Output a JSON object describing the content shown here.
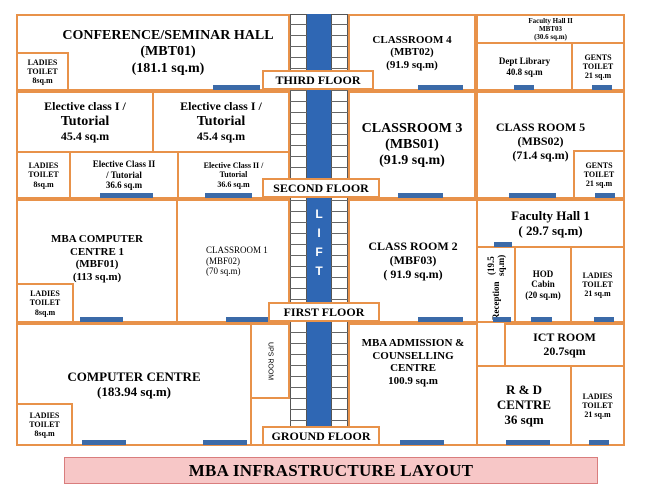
{
  "title": "MBA INFRASTRUCTURE LAYOUT",
  "floors": {
    "third": "THIRD FLOOR",
    "second": "SECOND FLOOR",
    "first": "FIRST FLOOR",
    "ground": "GROUND FLOOR"
  },
  "lift": {
    "letters": [
      "L",
      "I",
      "F",
      "T"
    ]
  },
  "ups_room": "UPS ROOM",
  "rooms": {
    "conf_hall": [
      "CONFERENCE/SEMINAR HALL",
      "(MBT01)",
      "(181.1 sq.m)"
    ],
    "ladies_t3": [
      "LADIES",
      "TOILET",
      "8sq.m"
    ],
    "classroom4": [
      "CLASSROOM 4",
      "(MBT02)",
      "(91.9 sq.m)"
    ],
    "faculty_hall2": [
      "Faculty Hall II",
      "MBT03",
      "(30.6 sq.m)"
    ],
    "dept_library": [
      "Dept Library",
      "40.8 sq.m"
    ],
    "gents_t3": [
      "GENTS",
      "TOILET",
      "21 sq.m"
    ],
    "elective1a": [
      "Elective class I /",
      "Tutorial",
      "45.4 sq.m"
    ],
    "elective1b": [
      "Elective class I /",
      "Tutorial",
      "45.4 sq.m"
    ],
    "classroom3": [
      "CLASSROOM 3",
      "(MBS01)",
      "(91.9 sq.m)"
    ],
    "classroom5": [
      "CLASS ROOM 5",
      "(MBS02)",
      "(71.4 sq.m)"
    ],
    "ladies_t2": [
      "LADIES",
      "TOILET",
      "8sq.m"
    ],
    "elective2a": [
      "Elective Class II",
      "/ Tutorial",
      "36.6 sq.m"
    ],
    "elective2b": [
      "Elective Class II /",
      "Tutorial",
      "36.6 sq.m"
    ],
    "gents_t2": [
      "GENTS",
      "TOILET",
      "21 sq.m"
    ],
    "mba_cc1": [
      "MBA COMPUTER",
      "CENTRE 1",
      "(MBF01)",
      "(113 sq.m)"
    ],
    "ladies_t1": [
      "LADIES",
      "TOILET",
      "8sq.m"
    ],
    "classroom1": [
      "CLASSROOM 1",
      "(MBF02)",
      "(70 sq.m)"
    ],
    "classroom2": [
      "CLASS ROOM 2",
      "(MBF03)",
      "( 91.9 sq.m)"
    ],
    "faculty_hall1": [
      "Faculty Hall 1",
      "( 29.7 sq.m)"
    ],
    "reception": [
      "Reception",
      "(19.5 sq.m)"
    ],
    "hod_cabin": [
      "HOD",
      "Cabin",
      "(20 sq.m)"
    ],
    "ladies_t1b": [
      "LADIES",
      "TOILET",
      "21 sq.m"
    ],
    "computer_centre": [
      "COMPUTER CENTRE",
      "(183.94 sq.m)"
    ],
    "ladies_t0": [
      "LADIES",
      "TOILET",
      "8sq.m"
    ],
    "mba_admission": [
      "MBA ADMISSION &",
      "COUNSELLING",
      "CENTRE",
      "100.9 sq.m"
    ],
    "ict_room": [
      "ICT ROOM",
      "20.7sqm"
    ],
    "rnd_centre": [
      "R & D",
      "CENTRE",
      "36 sqm"
    ],
    "ladies_t0b": [
      "LADIES",
      "TOILET",
      "21 sq.m"
    ]
  },
  "colors": {
    "wall": "#e8924a",
    "lift": "#2f67b4",
    "door": "#3b6aa8",
    "title_bg": "#f7c7c7"
  }
}
